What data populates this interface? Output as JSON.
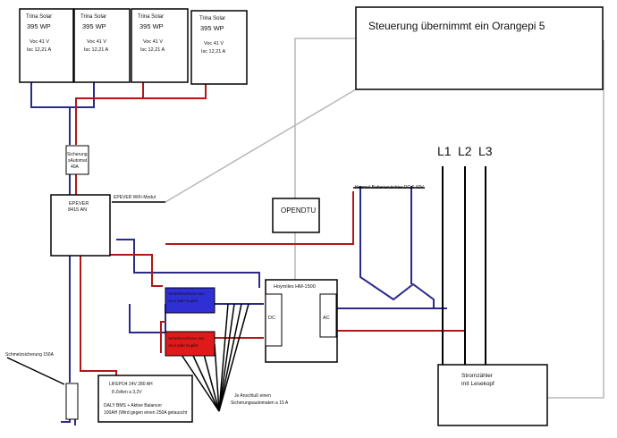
{
  "panels": [
    {
      "brand": "Trina Solar",
      "power": "395 WP",
      "voc": "Voc 41 V",
      "isc": "Isc 12,21 A"
    },
    {
      "brand": "Trina Solar",
      "power": "395 WP",
      "voc": "Voc 41 V",
      "isc": "Isc 12,21 A"
    },
    {
      "brand": "Trina Solar",
      "power": "395 WP",
      "voc": "Voc 41 V",
      "isc": "Isc 12,21 A"
    },
    {
      "brand": "Trina Solar",
      "power": "395 WP",
      "voc": "Voc 41 V",
      "isc": "Isc 12,21 A"
    }
  ],
  "control": {
    "label": "Steuerung übernimmt ein Orangepi 5"
  },
  "fuse_breaker": {
    "line1": "Sicherung",
    "line2": "sAutomat",
    "line3": "40A"
  },
  "charger": {
    "line1": "EPEVER",
    "line2": "8415 AN",
    "wifi_label": "EPEVER WiFi-Modul"
  },
  "opendtu": {
    "label": "OPENDTU"
  },
  "battery_monitor": {
    "label": "Heemol Batteriewächter DC 6-40V"
  },
  "phases": {
    "l1": "L1",
    "l2": "L2",
    "l3": "L3"
  },
  "inverter": {
    "label": "Hoymiles HM-1500",
    "dc": "DC",
    "ac": "AC"
  },
  "dist_blue": {
    "line1": "Verteilerschiene aus",
    "line2": "ALU oder Kupfer"
  },
  "dist_red": {
    "line1": "Verteilerschiene aus",
    "line2": "ALU oder Kupfer"
  },
  "melt_fuse": {
    "label": "Schmelzsicherung 150A"
  },
  "battery": {
    "line1": "LIFEPO4  24V  280 AH",
    "line2": "8 Zellen a 3,2V",
    "line3": "DALY BMS + Aktive Balancer",
    "line4": "100AH  (Wird gegen einen 250A getauscht"
  },
  "breaker_note": {
    "line1": "Je Anschluß einen",
    "line2": "Sicherungsautomaten a 15 A"
  },
  "meter": {
    "line1": "Stromzähler",
    "line2": "mit Lesekopf"
  },
  "colors": {
    "blue_wire": "#2a2a8a",
    "red_wire": "#b01818",
    "gray_wire": "#b8b8b8",
    "blue_bar": "#2f2fd6",
    "red_bar": "#e01a1a"
  }
}
